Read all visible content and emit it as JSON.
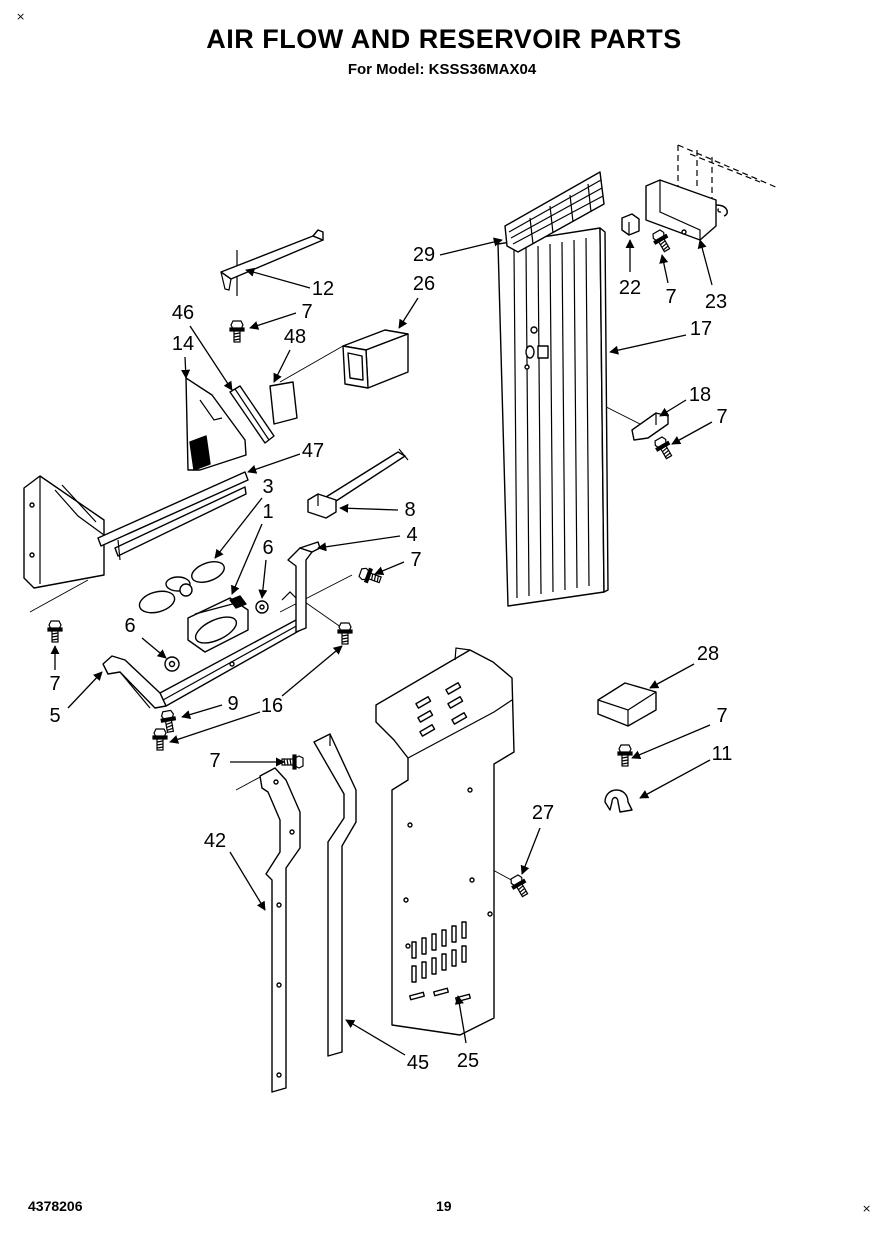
{
  "corner_mark": "×",
  "title": "AIR FLOW AND RESERVOIR PARTS",
  "subtitle": "For Model: KSSS36MAX04",
  "callouts": [
    "12",
    "26",
    "7",
    "46",
    "48",
    "14",
    "47",
    "3",
    "1",
    "6",
    "8",
    "4",
    "7",
    "6",
    "7",
    "5",
    "9",
    "16",
    "7",
    "42",
    "45",
    "25",
    "27",
    "28",
    "7",
    "11",
    "29",
    "22",
    "7",
    "23",
    "17",
    "18",
    "7"
  ],
  "footer": {
    "doc_number": "4378206",
    "page_number": "19"
  }
}
